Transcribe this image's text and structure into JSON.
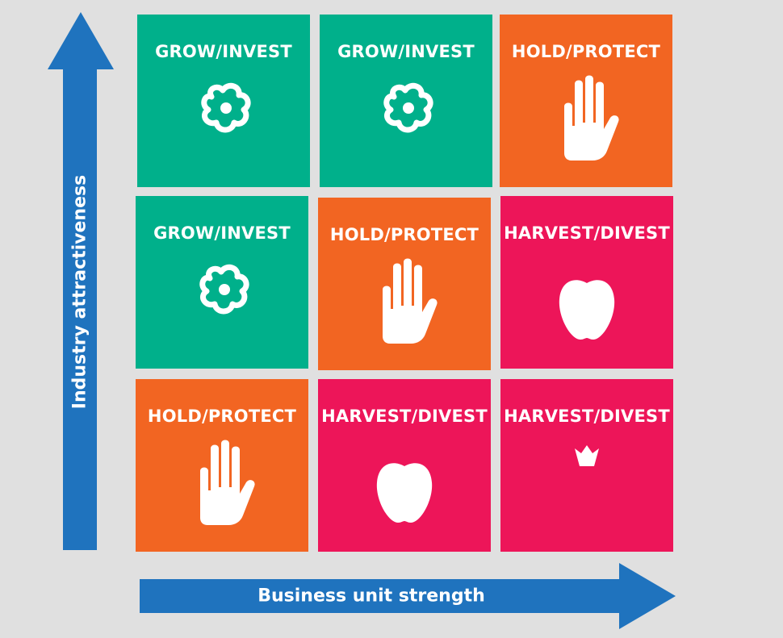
{
  "axes": {
    "y_label": "Industry attractiveness",
    "x_label": "Business unit strength",
    "arrow_color": "#1f73be"
  },
  "colors": {
    "grow": "#00b08b",
    "hold": "#f26522",
    "harvest": "#ed1559"
  },
  "cells": [
    {
      "label": "GROW/INVEST",
      "type": "grow",
      "icon": "flower-bouquet-icon"
    },
    {
      "label": "GROW/INVEST",
      "type": "grow",
      "icon": "flower-bouquet-icon"
    },
    {
      "label": "HOLD/PROTECT",
      "type": "hold",
      "icon": "hand-stop-icon"
    },
    {
      "label": "GROW/INVEST",
      "type": "grow",
      "icon": "flower-bouquet-icon"
    },
    {
      "label": "HOLD/PROTECT",
      "type": "hold",
      "icon": "hand-stop-icon"
    },
    {
      "label": "HARVEST/DIVEST",
      "type": "harvest",
      "icon": "apple-icon"
    },
    {
      "label": "HOLD/PROTECT",
      "type": "hold",
      "icon": "hand-stop-icon"
    },
    {
      "label": "HARVEST/DIVEST",
      "type": "harvest",
      "icon": "apple-icon"
    },
    {
      "label": "HARVEST/DIVEST",
      "type": "harvest",
      "icon": "money-bag-icon"
    }
  ]
}
